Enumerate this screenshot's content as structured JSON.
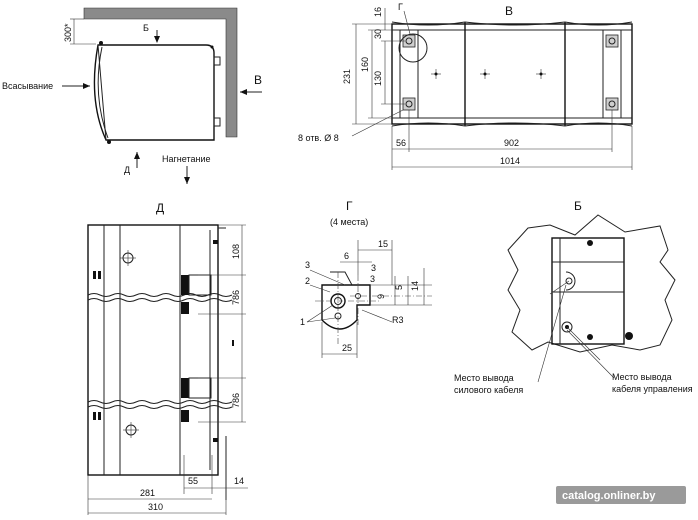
{
  "views": {
    "side": {
      "label_b": "Б",
      "label_v": "В",
      "dim_300": "300*",
      "suction": "Всасывание",
      "discharge": "Нагнетание",
      "label_d": "Д"
    },
    "top": {
      "title": "В",
      "label_g": "Г",
      "dim_16": "16",
      "dim_30": "30",
      "dim_160": "160",
      "dim_130": "130",
      "dim_231": "231",
      "dim_56": "56",
      "dim_902": "902",
      "dim_1014": "1014",
      "holes": "8 отв. Ø 8"
    },
    "front": {
      "title": "Д",
      "dim_108": "108",
      "dim_786a": "786",
      "dim_786b": "786",
      "dim_281": "281",
      "dim_55": "55",
      "dim_14": "14",
      "dim_310": "310"
    },
    "detail_g": {
      "title": "Г",
      "subtitle": "(4 места)",
      "dim_15": "15",
      "dim_6": "6",
      "dim_3a": "3",
      "dim_3b": "3",
      "dim_9": "9",
      "dim_5": "5",
      "dim_14": "14",
      "dim_r3": "R3",
      "dim_25": "25",
      "lbl_1": "1",
      "lbl_2": "2",
      "lbl_3": "3"
    },
    "detail_b": {
      "title": "Б",
      "power_cable_1": "Место вывода",
      "power_cable_2": "силового кабеля",
      "control_cable_1": "Место вывода",
      "control_cable_2": "кабеля управления"
    }
  },
  "watermark": "catalog.onliner.by"
}
